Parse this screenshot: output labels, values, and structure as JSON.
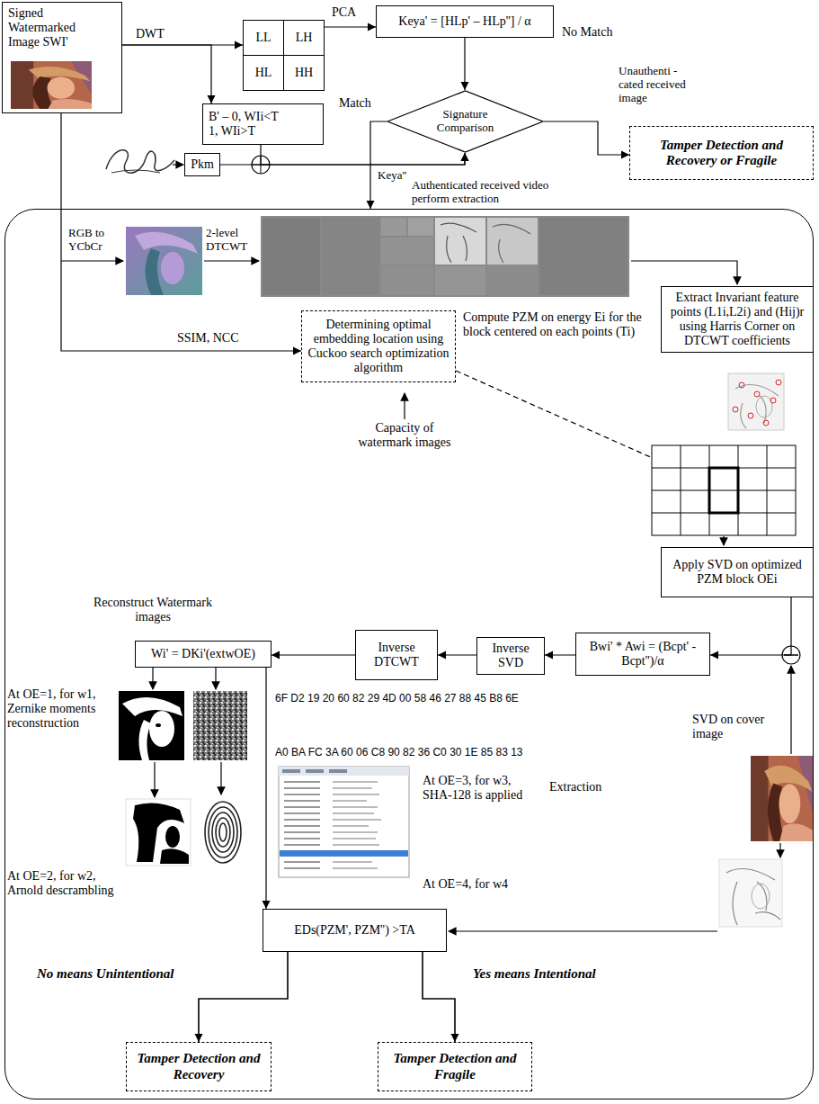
{
  "diagram": {
    "nodes": [
      {
        "text": [
          "Signed Watermarked Image SWI'"
        ]
      },
      {
        "text": [
          "LL"
        ]
      },
      {
        "text": [
          "LH"
        ]
      },
      {
        "text": [
          "HL"
        ]
      },
      {
        "text": [
          "HH"
        ]
      },
      {
        "text": [
          "Keya' = [HLp' – HLp''] / α"
        ]
      },
      {
        "text": [
          "Signature Comparison"
        ]
      },
      {
        "text": [
          "Tamper Detection and Recovery or Fragile"
        ]
      },
      {
        "text": [
          "B' – 0, WIi<T 1, WIi>T"
        ]
      },
      {
        "text": [
          "Pkm"
        ]
      },
      {
        "text": [
          "Extraction"
        ]
      },
      {
        "text": [
          "Extract Invariant feature points (L1i,L2i) and (Hij)r using Harris Corner on DTCWT coefficients"
        ],
        "in": 10
      },
      {
        "text": [
          "Determining optimal embedding location using Cuckoo search optimization algorithm"
        ],
        "in": 10
      },
      {
        "text": [
          "Apply SVD on optimized PZM block OEi"
        ],
        "in": 10
      },
      {
        "text": [
          "Bwi' * Awi = (Bcpt' - Bcpt'')/α"
        ],
        "in": 10
      },
      {
        "text": [
          "Inverse SVD"
        ],
        "in": 10
      },
      {
        "text": [
          "Inverse DTCWT"
        ],
        "in": 10
      },
      {
        "text": [
          "Wi' = DKi'(extwOE)"
        ],
        "in": 10
      },
      {
        "text": [
          "EDs(PZM', PZM'') >TA"
        ],
        "in": 10
      },
      {
        "text": [
          "Tamper Detection and Recovery"
        ],
        "in": 10
      },
      {
        "text": [
          "Tamper Detection and Fragile"
        ],
        "in": 10
      }
    ],
    "edges": [
      {
        "from": 0,
        "to": 1,
        "arrow": "to",
        "label": "DWT"
      },
      {
        "from": 0,
        "to": 8,
        "arrow": "to"
      },
      {
        "from": 2,
        "to": 5,
        "arrow": "to",
        "label": "PCA"
      },
      {
        "from": 5,
        "to": 6,
        "arrow": "to"
      },
      {
        "from": 8,
        "to": 6,
        "arrow": "to"
      },
      {
        "from": 9,
        "to": 6,
        "arrow": "to"
      },
      {
        "from": 6,
        "to": 10,
        "arrow": "to",
        "label": "Match"
      },
      {
        "from": 6,
        "to": 7,
        "arrow": "to",
        "label": "No Match"
      },
      {
        "from": 0,
        "to": 12,
        "arrow": "to",
        "label": "SSIM, NCC"
      },
      {
        "from": 13,
        "to": 14,
        "arrow": "to"
      },
      {
        "from": 14,
        "to": 15,
        "arrow": "to"
      },
      {
        "from": 15,
        "to": 16,
        "arrow": "to"
      },
      {
        "from": 16,
        "to": 17,
        "arrow": "to"
      },
      {
        "from": 17,
        "to": 18,
        "arrow": "to"
      },
      {
        "from": 18,
        "to": 19,
        "arrow": "to",
        "label": "No means Unintentional"
      },
      {
        "from": 18,
        "to": 20,
        "arrow": "to",
        "label": "Yes means Intentional"
      }
    ],
    "labels": [
      "Unauthenti -cated received image",
      "Keya''",
      "Authenticated received video perform extraction",
      "RGB to YCbCr",
      "2-level DTCWT",
      "Compute PZM on energy Ei for the block centered on each points (Ti)",
      "Capacity of watermark images",
      "Reconstruct Watermark images",
      "At OE=1, for w1, Zernike moments reconstruction",
      "6F D2 19 20 60 82 29 4D 00 58 46 27 88 45 B8 6E",
      "A0 BA FC 3A 60 06 C8 90 82 36 C0 30 1E 85 83 13",
      "At OE=3, for w3, SHA-128 is applied",
      "At OE=2, for w2, Arnold descrambling",
      "At OE=4, for w4",
      "SVD on cover image"
    ]
  }
}
